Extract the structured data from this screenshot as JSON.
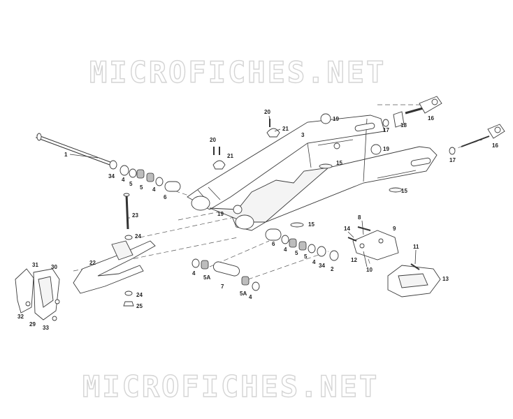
{
  "watermarks": [
    "MICROFICHES.NET",
    "MICROFICHES.NET"
  ],
  "callouts": {
    "c1": "1",
    "c2": "2",
    "c3": "3",
    "c4a": "4",
    "c4b": "4",
    "c4c": "4",
    "c4d": "4",
    "c4e": "4",
    "c4f": "4",
    "c5a": "5",
    "c5b": "5",
    "c5c": "5",
    "c5d": "5",
    "c5A1": "5A",
    "c5A2": "5A",
    "c6a": "6",
    "c6b": "6",
    "c7": "7",
    "c8": "8",
    "c9": "9",
    "c10": "10",
    "c11": "11",
    "c12": "12",
    "c13": "13",
    "c14": "14",
    "c15a": "15",
    "c15b": "15",
    "c15c": "15",
    "c16a": "16",
    "c16b": "16",
    "c17a": "17",
    "c17b": "17",
    "c18": "18",
    "c19a": "19",
    "c19b": "19",
    "c19c": "19",
    "c20a": "20",
    "c20b": "20",
    "c21a": "21",
    "c21b": "21",
    "c22": "22",
    "c23": "23",
    "c24a": "24",
    "c24b": "24",
    "c25": "25",
    "c29": "29",
    "c30": "30",
    "c31": "31",
    "c32": "32",
    "c33": "33",
    "c34a": "34",
    "c34b": "34"
  }
}
